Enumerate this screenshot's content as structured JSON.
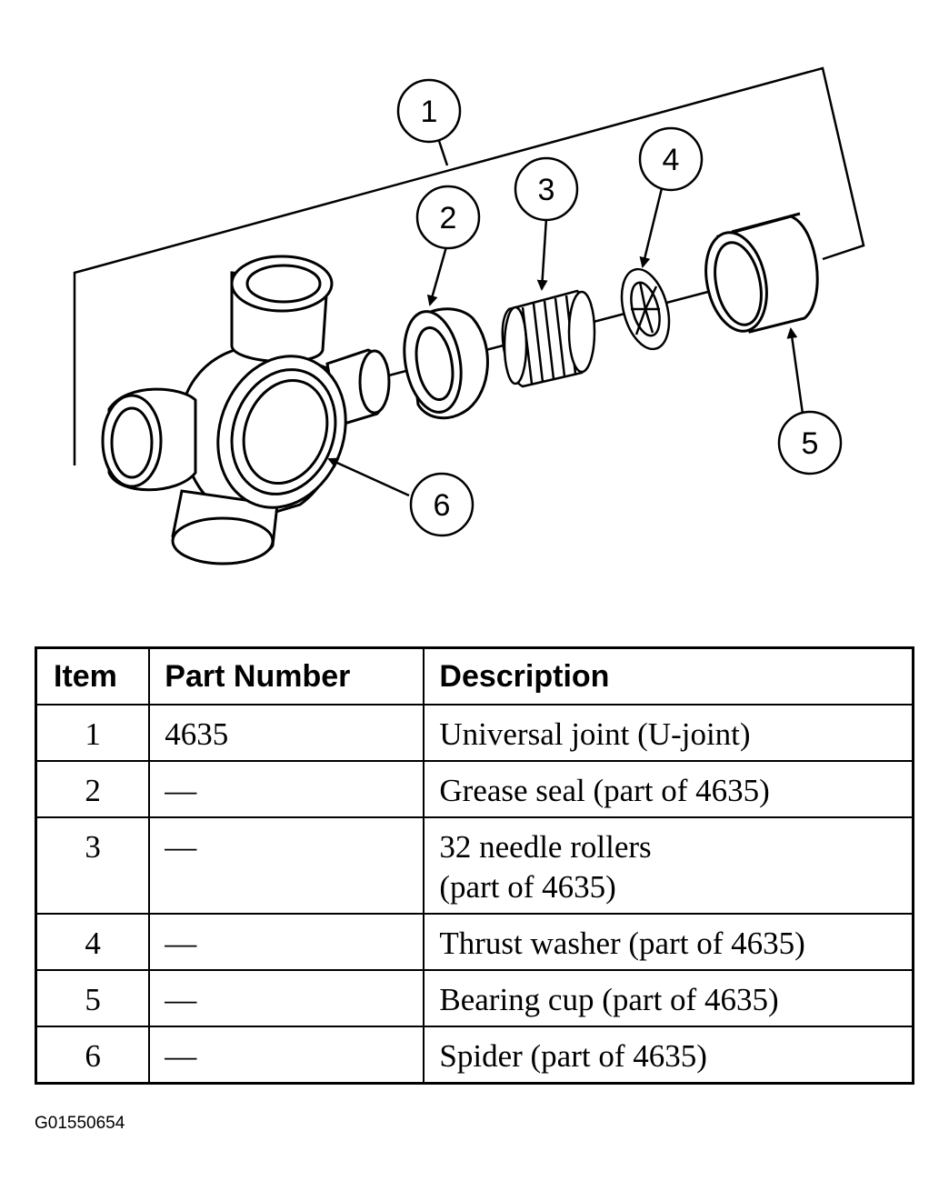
{
  "diagram": {
    "callouts": [
      "1",
      "2",
      "3",
      "4",
      "5",
      "6"
    ]
  },
  "table": {
    "headers": [
      "Item",
      "Part Number",
      "Description"
    ],
    "rows": [
      {
        "item": "1",
        "part_number": "4635",
        "description": [
          "Universal joint (U-joint)"
        ]
      },
      {
        "item": "2",
        "part_number": "—",
        "description": [
          "Grease seal (part of 4635)"
        ]
      },
      {
        "item": "3",
        "part_number": "—",
        "description": [
          "32 needle rollers",
          "(part of 4635)"
        ]
      },
      {
        "item": "4",
        "part_number": "—",
        "description": [
          "Thrust washer (part of 4635)"
        ]
      },
      {
        "item": "5",
        "part_number": "—",
        "description": [
          "Bearing cup (part of 4635)"
        ]
      },
      {
        "item": "6",
        "part_number": "—",
        "description": [
          "Spider (part of 4635)"
        ]
      }
    ]
  },
  "figure_id": "G01550654"
}
